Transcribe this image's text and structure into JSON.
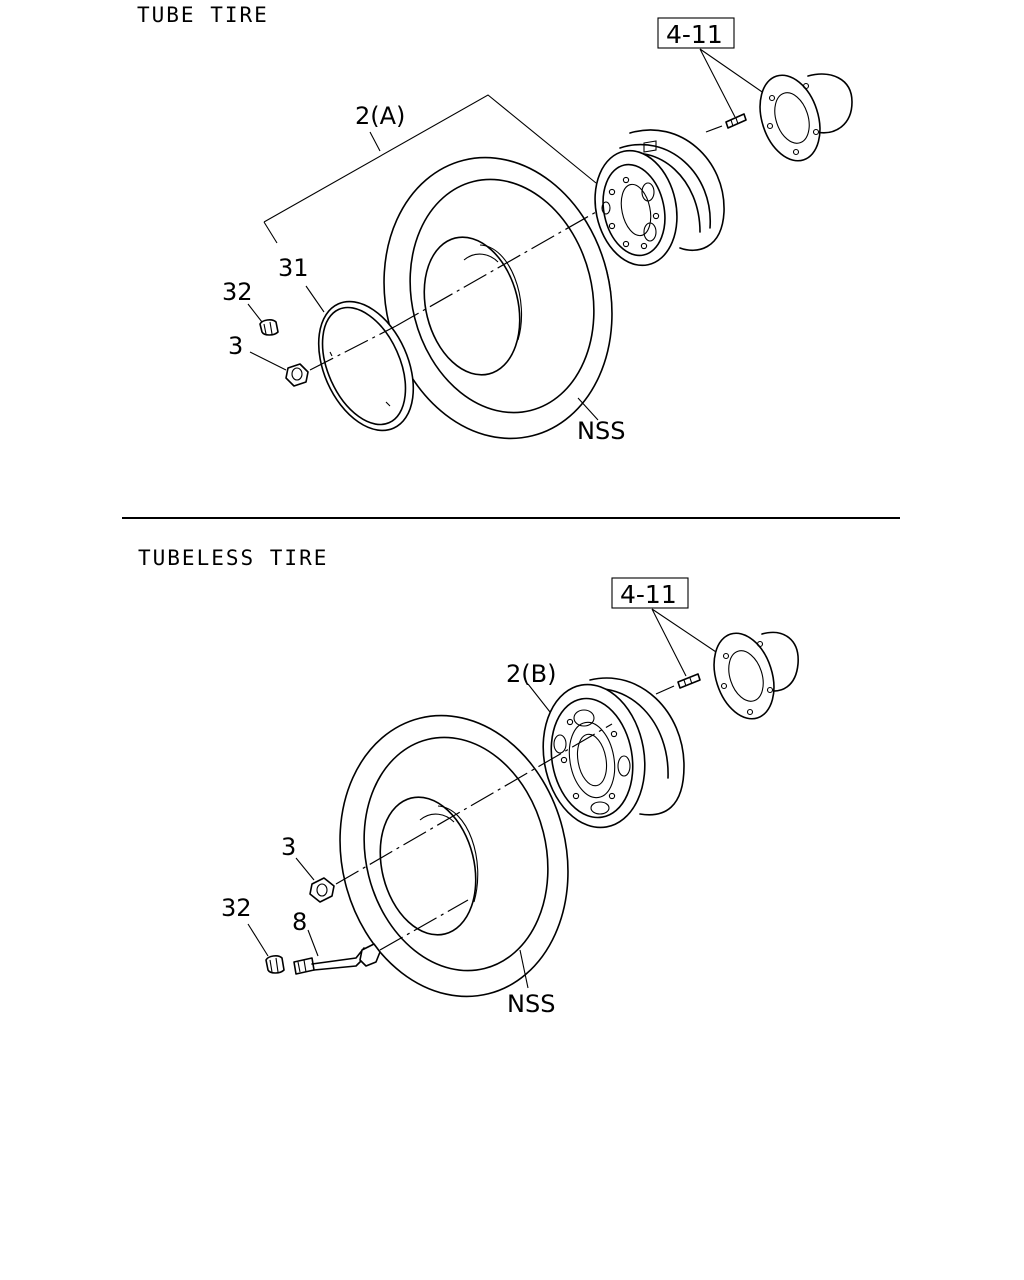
{
  "sections": {
    "tube": {
      "title": "TUBE TIRE",
      "ref_box": "4-11",
      "labels": {
        "wheel": "2(A)",
        "flap": "31",
        "cap": "32",
        "nut": "3",
        "tire": "NSS"
      }
    },
    "tubeless": {
      "title": "TUBELESS TIRE",
      "ref_box": "4-11",
      "labels": {
        "wheel": "2(B)",
        "nut": "3",
        "cap": "32",
        "valve": "8",
        "tire": "NSS"
      }
    }
  }
}
